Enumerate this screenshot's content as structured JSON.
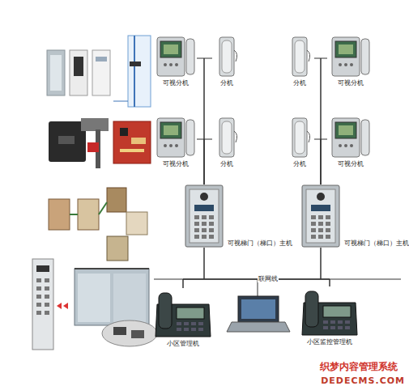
{
  "diagram": {
    "nodes": [
      {
        "text": [
          "可视分机"
        ]
      },
      {
        "text": [
          "分机"
        ]
      },
      {
        "text": [
          "分机"
        ]
      },
      {
        "text": [
          "可视分机"
        ]
      },
      {
        "text": [
          "可视分机"
        ]
      },
      {
        "text": [
          "分机"
        ]
      },
      {
        "text": [
          "分机"
        ]
      },
      {
        "text": [
          "可视分机"
        ]
      },
      {
        "text": [
          "可视梯门（梯口）主机"
        ]
      },
      {
        "text": [
          "可视梯门（梯口）主机"
        ]
      },
      {
        "text": [
          "小区管理机"
        ]
      },
      {
        "text": [
          "小区监控管理机"
        ]
      }
    ],
    "edges": [
      {
        "from": 0,
        "to": 8,
        "arrow": "none"
      },
      {
        "from": 1,
        "to": 8,
        "arrow": "none"
      },
      {
        "from": 4,
        "to": 8,
        "arrow": "none"
      },
      {
        "from": 5,
        "to": 8,
        "arrow": "none"
      },
      {
        "from": 2,
        "to": 9,
        "arrow": "none"
      },
      {
        "from": 3,
        "to": 9,
        "arrow": "none"
      },
      {
        "from": 6,
        "to": 9,
        "arrow": "none"
      },
      {
        "from": 7,
        "to": 9,
        "arrow": "none"
      },
      {
        "from": 8,
        "to": 10,
        "arrow": "none"
      },
      {
        "from": 8,
        "to": 11,
        "arrow": "none"
      },
      {
        "from": 9,
        "to": 10,
        "arrow": "none"
      },
      {
        "from": 9,
        "to": 11,
        "arrow": "none"
      }
    ],
    "labels": [
      "联网线",
      "织梦内容管理系统",
      "DEDECMS.COM"
    ]
  }
}
